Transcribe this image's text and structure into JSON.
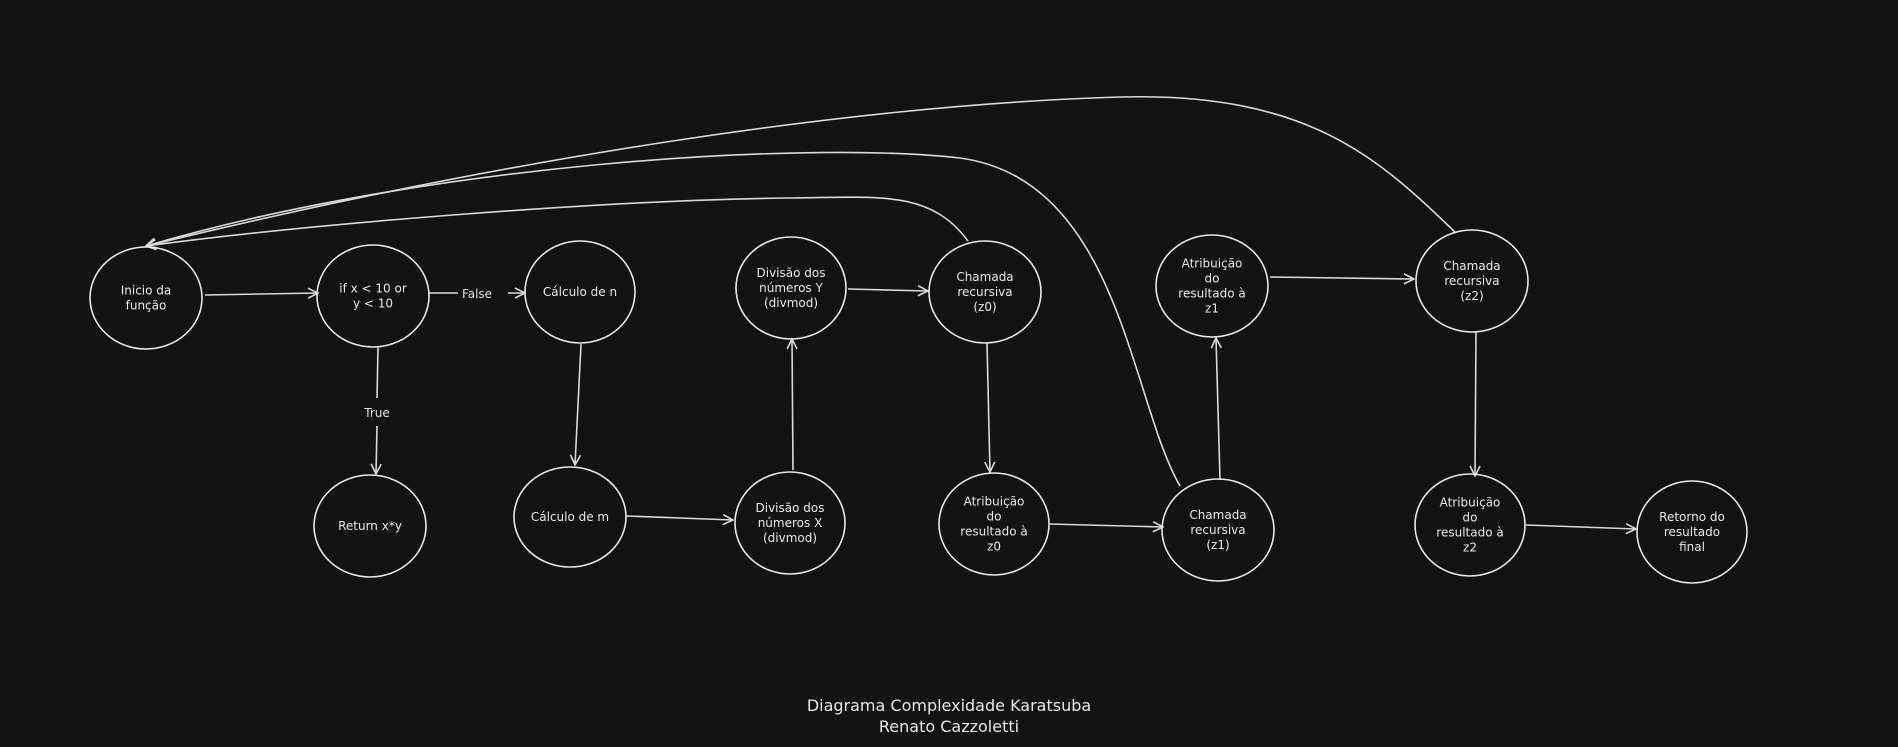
{
  "footer": {
    "title": "Diagrama Complexidade Karatsuba",
    "author": "Renato Cazzoletti"
  },
  "nodes": {
    "inicio": {
      "lines": [
        "Inicio da",
        "função"
      ]
    },
    "if": {
      "lines": [
        "if x < 10 or",
        "y < 10"
      ]
    },
    "return": {
      "lines": [
        "Return x*y"
      ]
    },
    "calc_n": {
      "lines": [
        "Cálculo de n"
      ]
    },
    "calc_m": {
      "lines": [
        "Cálculo de m"
      ]
    },
    "div_x": {
      "lines": [
        "Divisão dos",
        "números X",
        "(divmod)"
      ]
    },
    "div_y": {
      "lines": [
        "Divisão dos",
        "números Y",
        "(divmod)"
      ]
    },
    "rec_z0": {
      "lines": [
        "Chamada",
        "recursiva",
        "(z0)"
      ]
    },
    "attr_z0": {
      "lines": [
        "Atribuição",
        "do",
        "resultado à",
        "z0"
      ]
    },
    "rec_z1": {
      "lines": [
        "Chamada",
        "recursiva",
        "(z1)"
      ]
    },
    "attr_z1": {
      "lines": [
        "Atribuição",
        "do",
        "resultado à",
        "z1"
      ]
    },
    "rec_z2": {
      "lines": [
        "Chamada",
        "recursiva",
        "(z2)"
      ]
    },
    "attr_z2": {
      "lines": [
        "Atribuição",
        "do",
        "resultado à",
        "z2"
      ]
    },
    "ret_final": {
      "lines": [
        "Retorno do",
        "resultado",
        "final"
      ]
    }
  },
  "edge_labels": {
    "false": "False",
    "true": "True"
  }
}
